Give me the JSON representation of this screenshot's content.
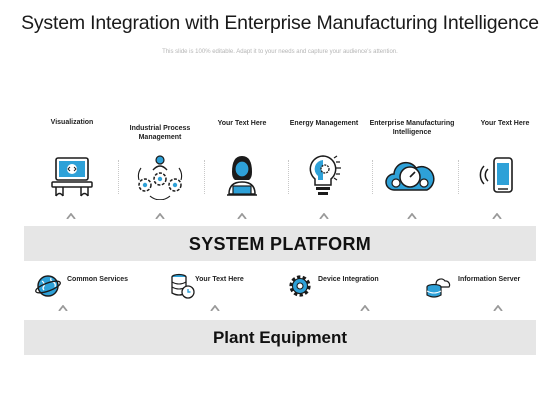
{
  "page": {
    "title": "System Integration with Enterprise Manufacturing Intelligence",
    "subtitle": "This slide is 100% editable. Adapt it to your needs and capture your audience's attention."
  },
  "top_items": [
    {
      "label": "Visualization",
      "icon": "monitor-code-icon"
    },
    {
      "label": "Industrial Process Management",
      "icon": "gears-people-icon"
    },
    {
      "label": "Your Text Here",
      "icon": "user-laptop-icon"
    },
    {
      "label": "Energy Management",
      "icon": "bulb-gear-icon"
    },
    {
      "label": "Enterprise Manufacturing Intelligence",
      "icon": "cloud-gauge-icon"
    },
    {
      "label": "Your Text Here",
      "icon": "phone-signal-icon"
    }
  ],
  "platform": {
    "label": "SYSTEM PLATFORM"
  },
  "middle_items": [
    {
      "label": "Common Services",
      "icon": "globe-icon"
    },
    {
      "label": "Your Text Here",
      "icon": "database-clock-icon"
    },
    {
      "label": "Device Integration",
      "icon": "gear-icon"
    },
    {
      "label": "Information Server",
      "icon": "server-cloud-icon"
    }
  ],
  "equipment": {
    "label": "Plant Equipment"
  },
  "colors": {
    "icon_blue": "#2ea1d8",
    "icon_dark": "#1b1b1b",
    "band_gray": "#e6e6e6",
    "caret_gray": "#9a9a9a"
  }
}
